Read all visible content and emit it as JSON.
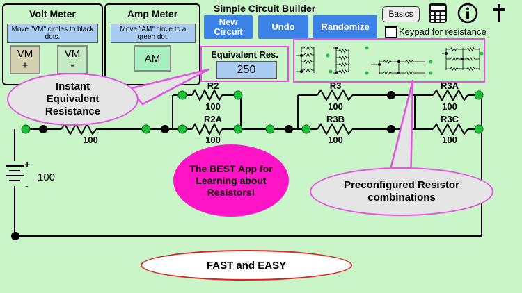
{
  "volt_meter": {
    "title": "Volt Meter",
    "hint": "Move \"VM\" circles to black dots.",
    "plus_label": "VM\n+",
    "minus_label": "VM\n-"
  },
  "amp_meter": {
    "title": "Amp Meter",
    "hint": "Move \"AM\" circle to a green dot.",
    "am_label": "AM"
  },
  "header": {
    "title": "Simple Circuit Builder",
    "new_circuit": "New Circuit",
    "undo": "Undo",
    "randomize": "Randomize",
    "basics": "Basics",
    "keypad_label": "Keypad for resistance",
    "keypad_checked": false,
    "icons": [
      "calculator-icon",
      "info-icon",
      "cross-icon"
    ]
  },
  "equivalent": {
    "label": "Equivalent Res.",
    "value": "250"
  },
  "circuit": {
    "battery_value": "100",
    "resistors": [
      {
        "name": "",
        "value": "100"
      },
      {
        "name": "R2",
        "value": "100"
      },
      {
        "name": "R2A",
        "value": "100"
      },
      {
        "name": "R3",
        "value": "100"
      },
      {
        "name": "R3B",
        "value": "100"
      },
      {
        "name": "R3A",
        "value": "100"
      },
      {
        "name": "R3C",
        "value": "100"
      }
    ],
    "battery_plus": "+",
    "battery_minus": "-"
  },
  "bubbles": {
    "instant": "Instant Equivalent Resistance",
    "best": "The BEST App for Learning about Resistors!",
    "preconfigured": "Preconfigured Resistor combinations",
    "fast": "FAST and EASY"
  },
  "colors": {
    "background": "#c9f5c9",
    "accent_blue": "#3c82e8",
    "hint_blue": "#a9cdf2",
    "magenta": "#e64fe6",
    "node_green": "#1fbf3a",
    "bubble_red": "#e02020",
    "vm_plus": "#d3d0b2",
    "am_green": "#a8f0c0"
  }
}
